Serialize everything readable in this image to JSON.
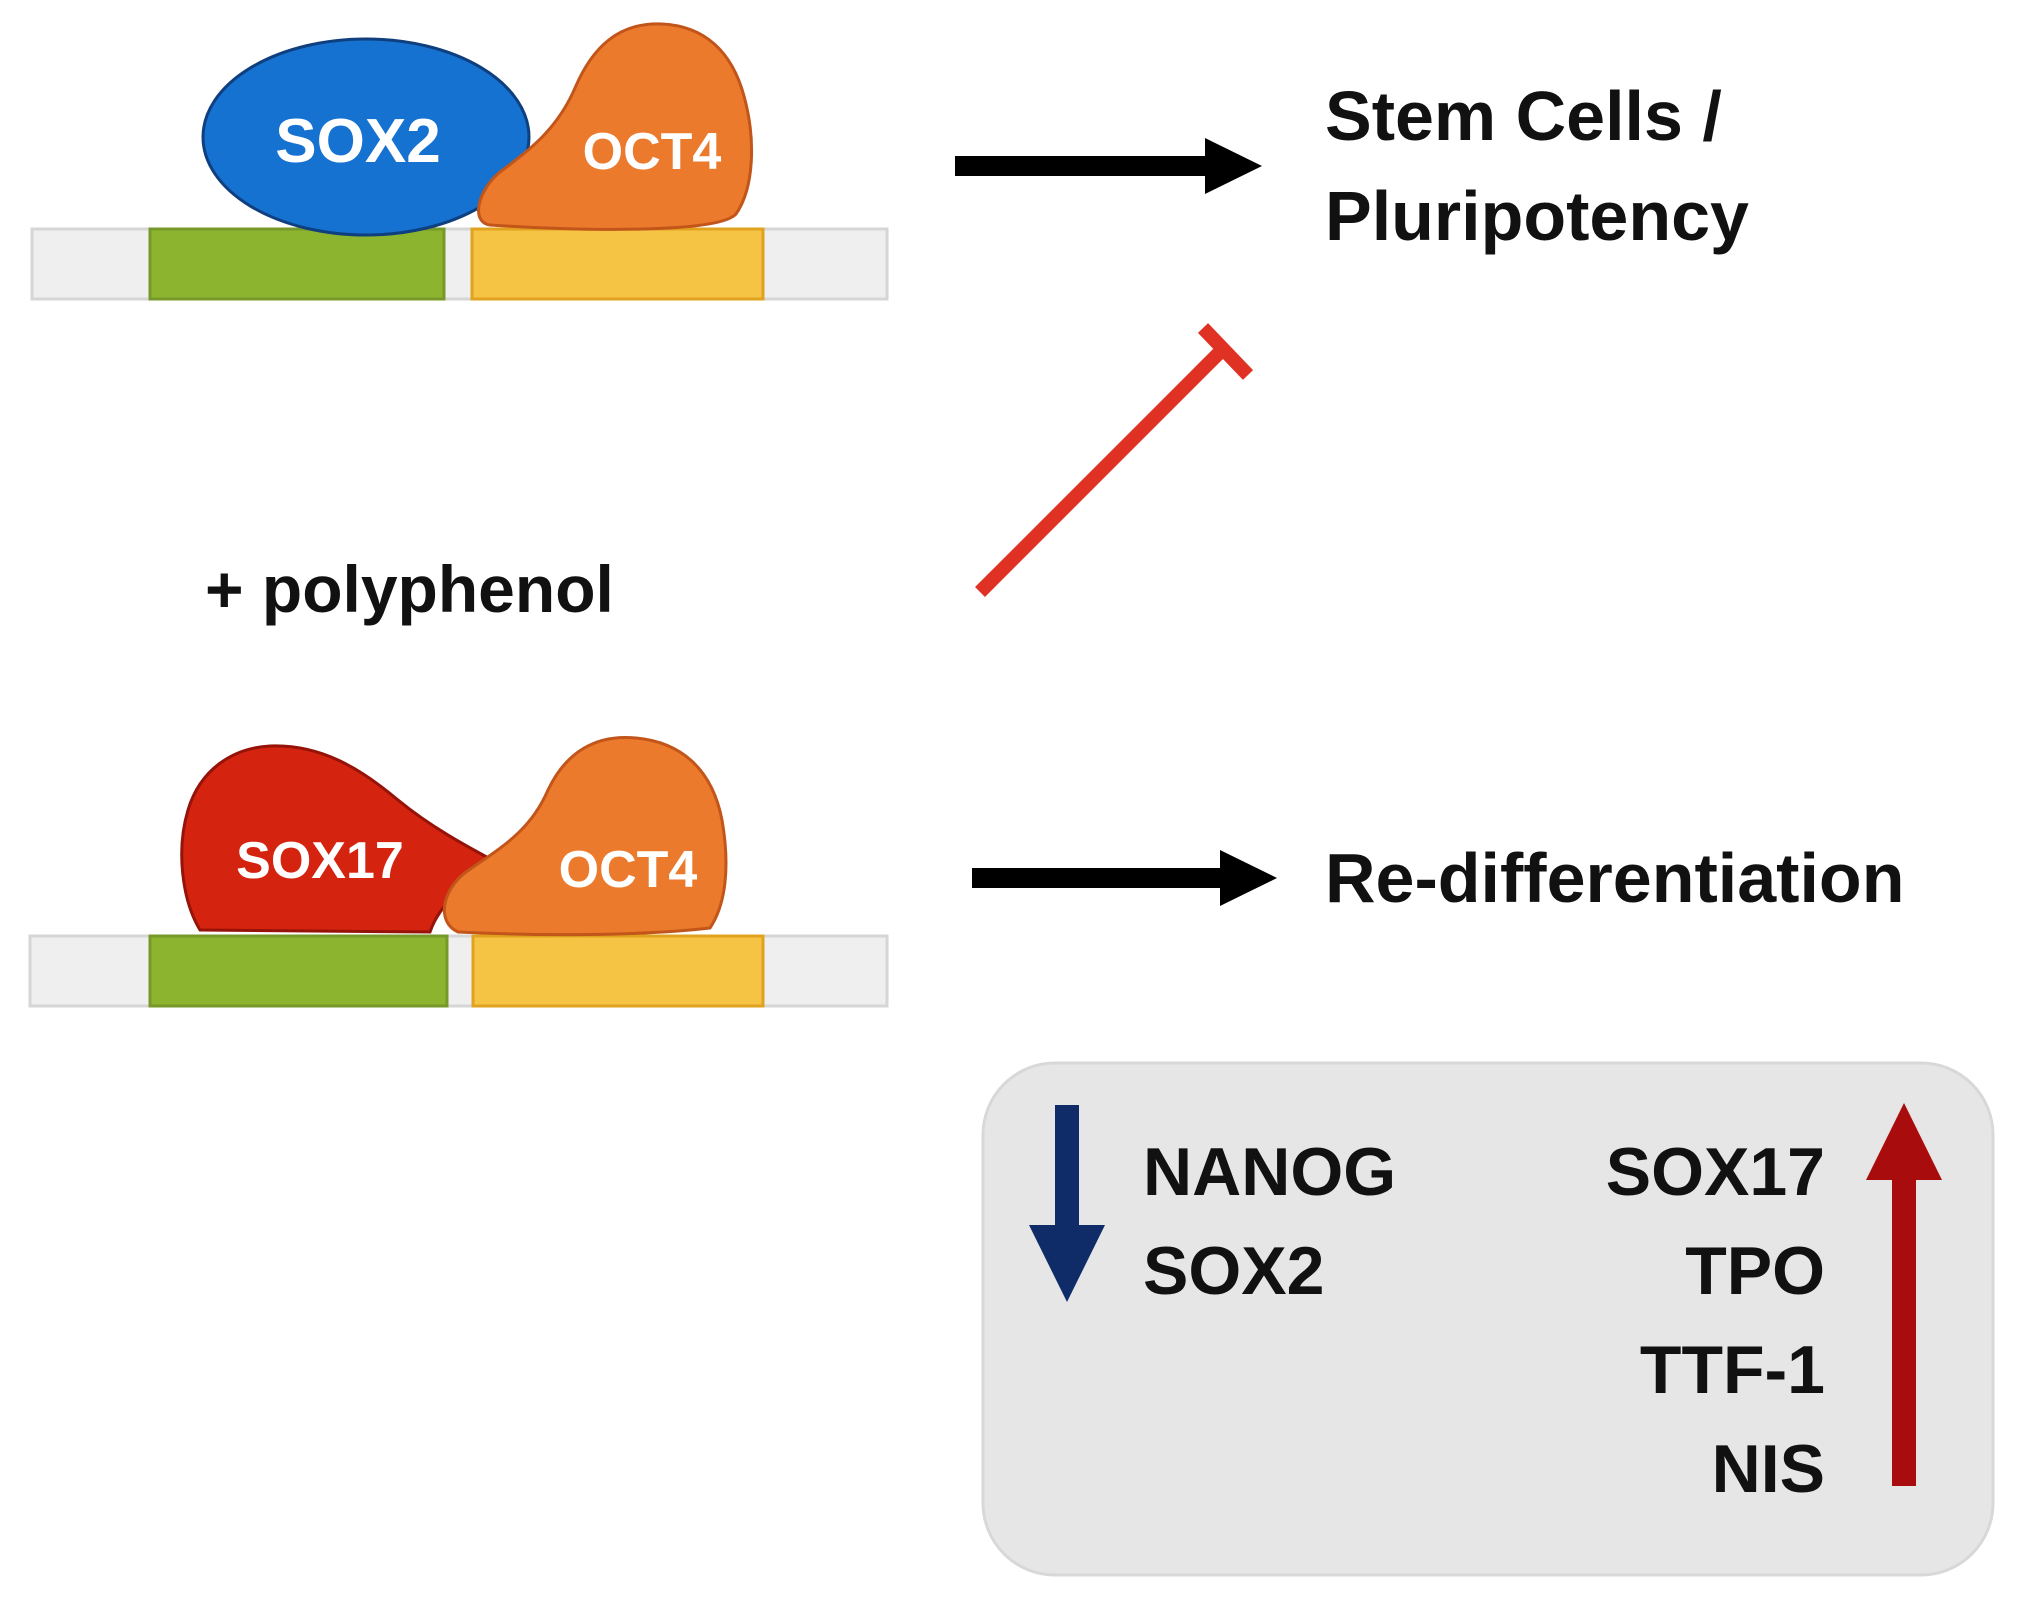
{
  "top_complex": {
    "left_protein": "SOX2",
    "right_protein": "OCT4"
  },
  "bottom_complex": {
    "left_protein": "SOX17",
    "right_protein": "OCT4"
  },
  "treatment_label": "+ polyphenol",
  "outcomes": {
    "top": [
      "Stem Cells /",
      "Pluripotency"
    ],
    "bottom": "Re-differentiation"
  },
  "markers": {
    "down": [
      "NANOG",
      "SOX2"
    ],
    "up": [
      "SOX17",
      "TPO",
      "TTF-1",
      "NIS"
    ]
  },
  "colors": {
    "sox2_blue": "#1572d0",
    "oct4_orange": "#ec7a2c",
    "sox17_red": "#d4230f",
    "dna_green": "#8db42e",
    "dna_yellow": "#f6c444",
    "dna_backbone": "#efefef",
    "inhibit_red": "#e03224",
    "down_arrow_navy": "#0f2c69",
    "up_arrow_darkred": "#a90c0c",
    "panel_gray": "#e6e6e6"
  }
}
